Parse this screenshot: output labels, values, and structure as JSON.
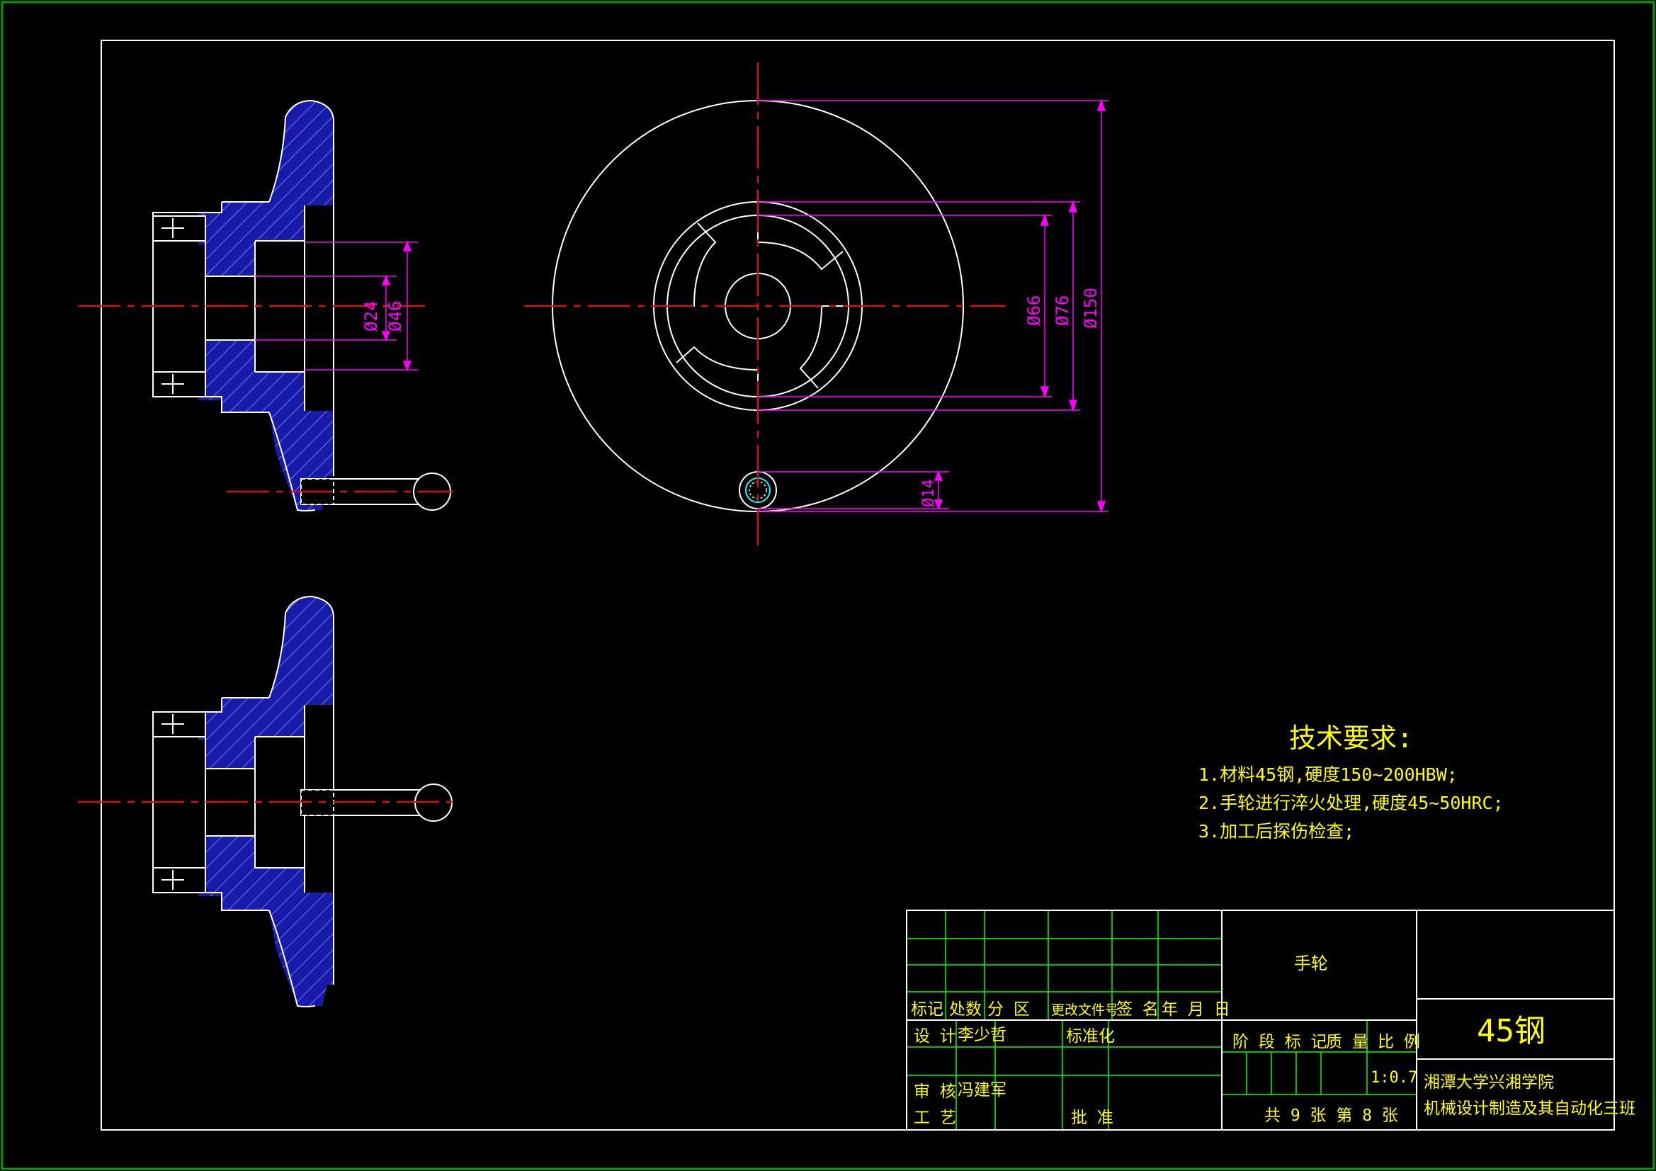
{
  "colors": {
    "background": "#000000",
    "outline": "#ffffff",
    "center_line": "#ff0000",
    "hatch_fill": "#1a1aa8",
    "hatch_line": "#5a7dff",
    "dimension": "#ff00ff",
    "text": "#ffff00",
    "title_grid": "#00ff00",
    "page_border": "#00a000"
  },
  "dimensions": {
    "side_view": [
      "Ø24",
      "Ø46"
    ],
    "front_view": [
      "Ø66",
      "Ø76",
      "Ø150",
      "Ø14"
    ]
  },
  "notes": {
    "title": "技术要求:",
    "items": [
      "1.材料45钢,硬度150~200HBW;",
      "2.手轮进行淬火处理,硬度45~50HRC;",
      "3.加工后探伤检查;"
    ]
  },
  "title_block": {
    "part_name": "手轮",
    "material": "45钢",
    "header_cols": [
      "标记",
      "处数",
      "分 区",
      "更改文件号",
      "签 名",
      "年 月 日"
    ],
    "design_label": "设 计",
    "designer": "李少哲",
    "standardize_label": "标准化",
    "review_label": "审 核",
    "reviewer": "冯建军",
    "craft_label": "工 艺",
    "approve_label": "批 准",
    "stage_mark": "阶 段 标 记",
    "weight_label": "质 量",
    "scale_label": "比 例",
    "scale": "1:0.7",
    "sheets": "共 9 张 第 8 张",
    "school": "湘潭大学兴湘学院",
    "class": "机械设计制造及其自动化三班"
  }
}
